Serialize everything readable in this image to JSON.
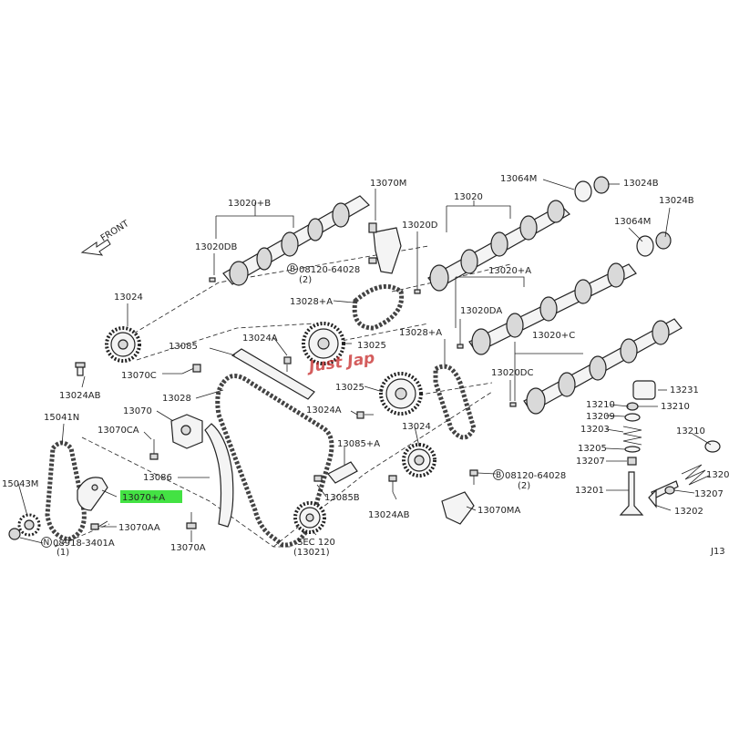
{
  "direction": {
    "label": "FRONT"
  },
  "watermark": {
    "text": "Just Jap"
  },
  "highlight": {
    "part": "13070+A",
    "color": "#22dd22"
  },
  "corner_ref": "J13",
  "labels": {
    "l13020B": "13020+B",
    "l13070M": "13070M",
    "l13020": "13020",
    "l13064M_a": "13064M",
    "l13024B_a": "13024B",
    "l13024B_b": "13024B",
    "l13020D": "13020D",
    "l13064M_b": "13064M",
    "l13020DB": "13020DB",
    "l08120_a": "08120-64028",
    "l08120_a_qty": "(2)",
    "l13020A": "13020+A",
    "l13024": "13024",
    "l13028A": "13028+A",
    "l13020DA": "13020DA",
    "l13024A_a": "13024A",
    "l13025_a": "13025",
    "l13085": "13085",
    "l13028A_b": "13028+A",
    "l13020C": "13020+C",
    "l13070C": "13070C",
    "l13020DC": "13020DC",
    "l13024AB_a": "13024AB",
    "l13025_b": "13025",
    "l13231": "13231",
    "l13028": "13028",
    "l13024A_b": "13024A",
    "l13210_a": "13210",
    "l13210_b": "13210",
    "l13209": "13209",
    "l15041N": "15041N",
    "l13070": "13070",
    "l13024_b": "13024",
    "l13203": "13203",
    "l13210_c": "13210",
    "l13070CA": "13070CA",
    "l13085A": "13085+A",
    "l13205": "13205",
    "l13207_a": "13207",
    "l13086": "13086",
    "l08120_b": "08120-64028",
    "l08120_b_qty": "(2)",
    "l13201": "13201",
    "l13204": "1320",
    "l13207_b": "13207",
    "l13085B": "13085B",
    "l15043M": "15043M",
    "l13070A_hl": "13070+A",
    "l13024AB_b": "13024AB",
    "l13070MA": "13070MA",
    "l13202": "13202",
    "l13070AA": "13070AA",
    "l08918": "08918-3401A",
    "l08918_qty": "(1)",
    "l13070A": "13070A",
    "lSEC120": "SEC 120",
    "lSEC120_ref": "(13021)"
  }
}
